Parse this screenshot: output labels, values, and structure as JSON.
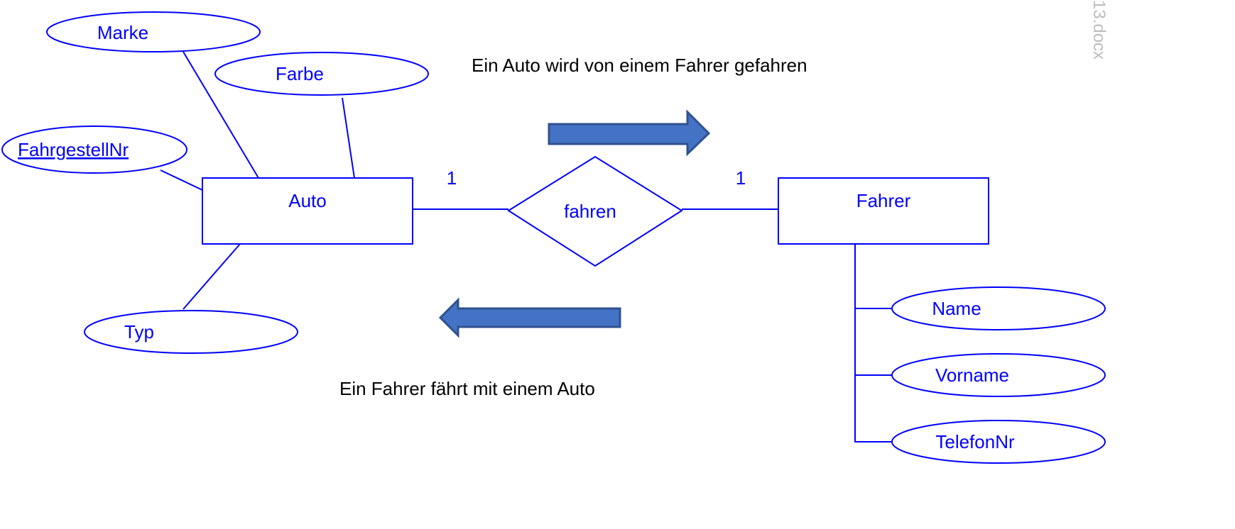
{
  "watermark": "13.docx",
  "entities": {
    "auto": "Auto",
    "fahrer": "Fahrer"
  },
  "relationship": {
    "label": "fahren",
    "card_left": "1",
    "card_right": "1"
  },
  "auto_attributes": {
    "marke": "Marke",
    "farbe": "Farbe",
    "fahrgestellnr": "FahrgestellNr",
    "typ": "Typ"
  },
  "fahrer_attributes": {
    "name": "Name",
    "vorname": "Vorname",
    "telefonnr": "TelefonNr"
  },
  "captions": {
    "forward": "Ein Auto wird von einem Fahrer gefahren",
    "backward": "Ein Fahrer fährt mit einem Auto"
  },
  "colors": {
    "lines": "#0000ff",
    "arrow_fill": "#4472C4",
    "arrow_stroke": "#2F528F"
  }
}
